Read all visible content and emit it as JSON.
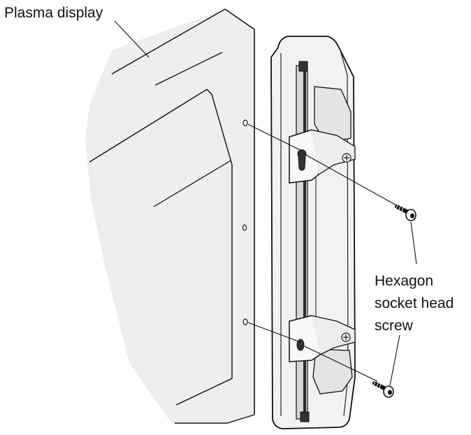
{
  "labels": {
    "plasma_display": "Plasma display",
    "screw_line1": "Hexagon",
    "screw_line2": "socket head",
    "screw_line3": "screw"
  },
  "colors": {
    "panel_fill": "#eeeeee",
    "outline": "#111111",
    "bracket_fill": "#f4f4f4",
    "bracket_shade": "#d9d9d9",
    "rail_dark": "#2b2b2b"
  }
}
